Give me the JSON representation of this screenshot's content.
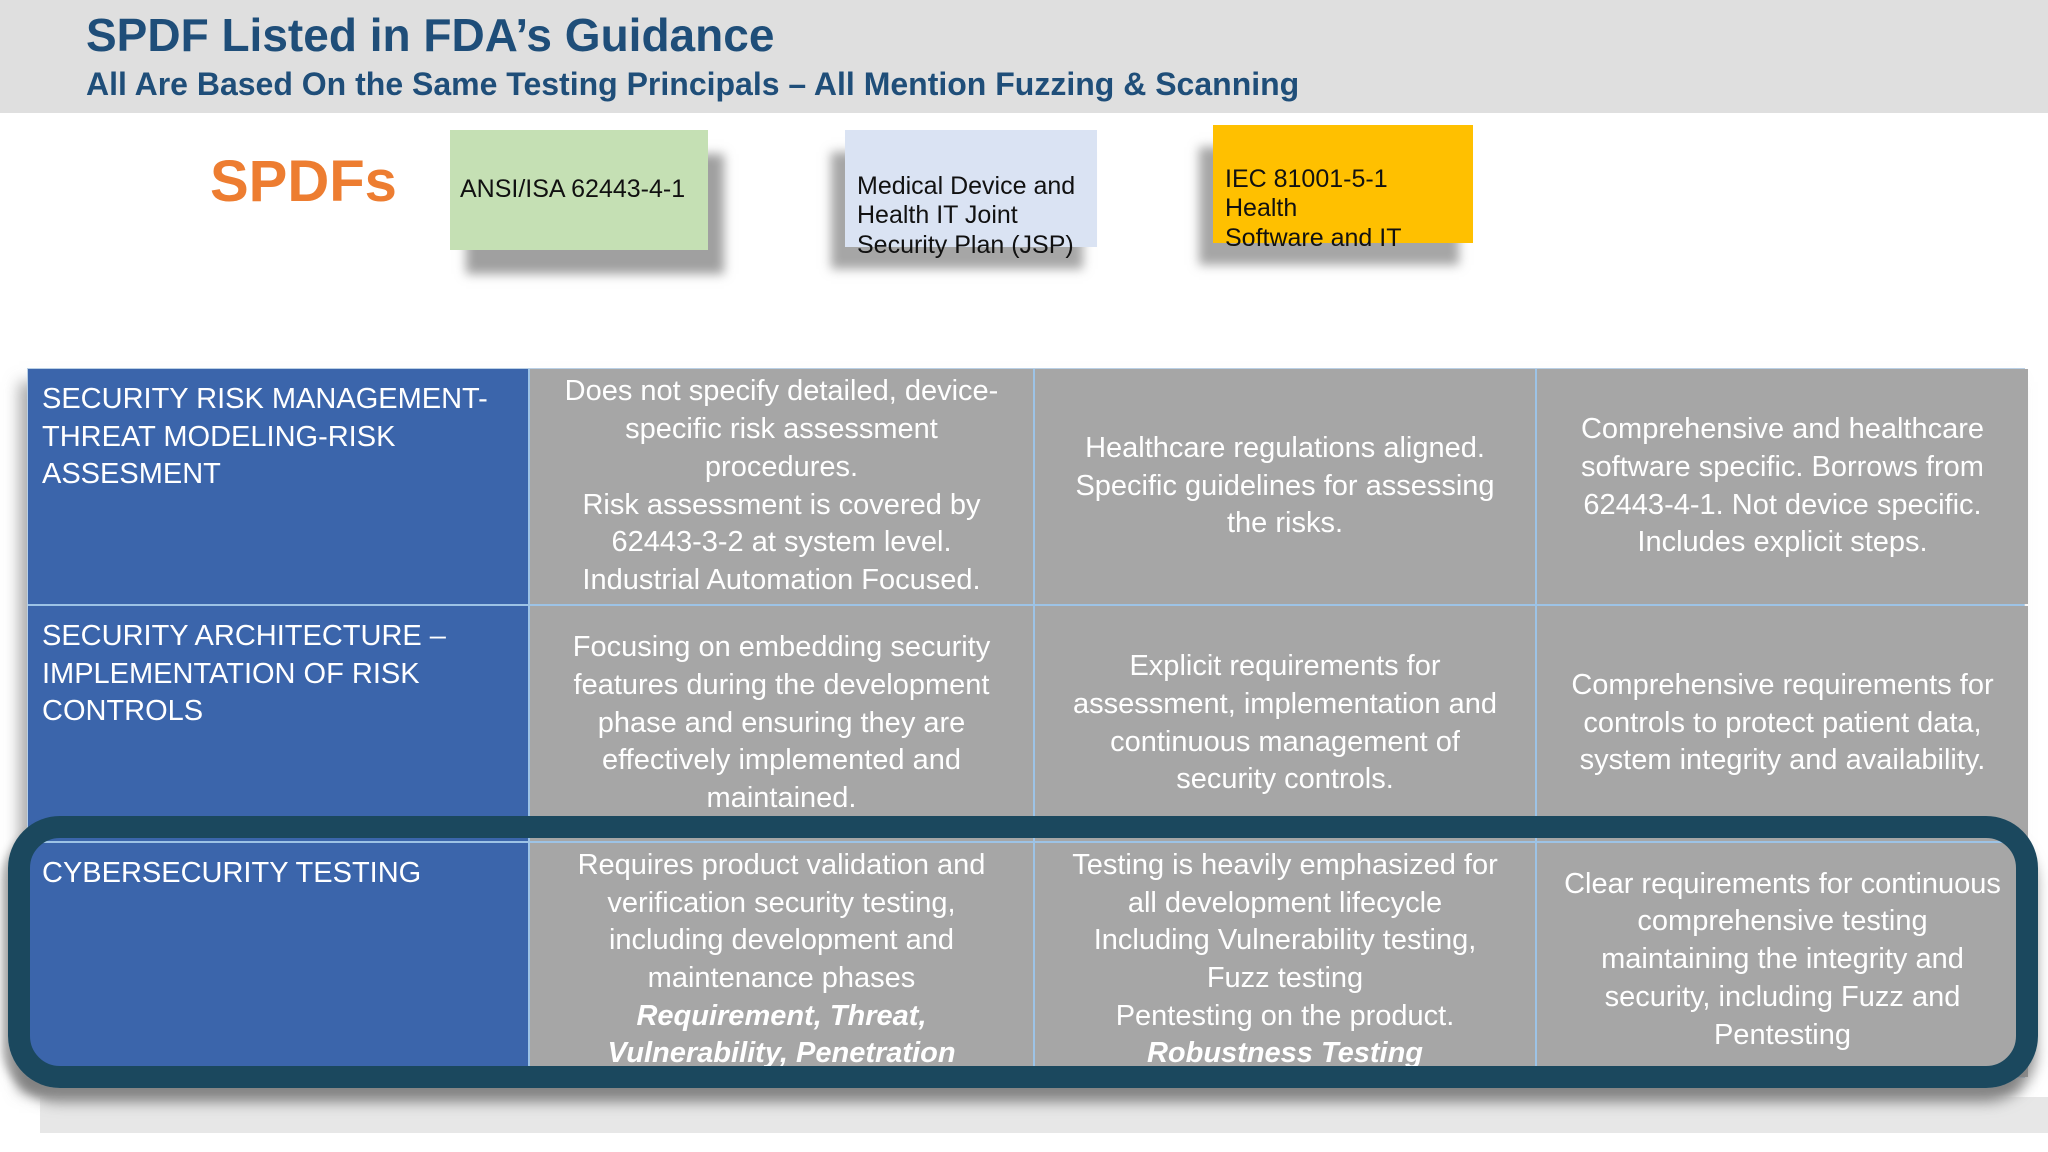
{
  "slide": {
    "title": "SPDF Listed in FDA’s Guidance",
    "subtitle": "All Are Based On the Same Testing Principals – All Mention Fuzzing & Scanning"
  },
  "standards": {
    "spdfs_label": "SPDFs",
    "ansi_label": "ANSI/ISA 62443-4-1",
    "jsp_label": "Medical Device and\nHealth IT Joint\nSecurity Plan (JSP)",
    "iec_label": "IEC 81001-5-1  Health\nSoftware and IT"
  },
  "table": {
    "rows": [
      {
        "header": "SECURITY RISK MANAGEMENT-THREAT MODELING-RISK ASSESMENT",
        "cells": [
          {
            "text": "Does not specify detailed, device-specific risk assessment procedures.\nRisk assessment is covered by 62443-3-2 at system level.\nIndustrial Automation Focused.",
            "emphasis": ""
          },
          {
            "text": "Healthcare regulations aligned.\nSpecific guidelines for assessing the risks.",
            "emphasis": ""
          },
          {
            "text": "Comprehensive and healthcare software specific. Borrows from 62443-4-1.  Not device specific. Includes explicit steps.",
            "emphasis": ""
          }
        ]
      },
      {
        "header": "SECURITY ARCHITECTURE – IMPLEMENTATION OF RISK CONTROLS",
        "cells": [
          {
            "text": "Focusing on embedding security features  during the development phase and ensuring they are effectively implemented and maintained.",
            "emphasis": ""
          },
          {
            "text": "Explicit requirements for assessment, implementation and continuous management of security controls.",
            "emphasis": ""
          },
          {
            "text": "Comprehensive requirements  for controls to protect patient data, system integrity and availability.",
            "emphasis": ""
          }
        ]
      },
      {
        "header": "CYBERSECURITY TESTING",
        "cells": [
          {
            "text": "Requires product validation and verification security testing, including development and maintenance phases",
            "emphasis": "Requirement, Threat,\nVulnerability, Penetration"
          },
          {
            "text": "Testing is heavily emphasized for all development lifecycle\nIncluding Vulnerability testing,\nFuzz testing\nPentesting on the product.",
            "emphasis": "Robustness Testing"
          },
          {
            "text": "Clear requirements for continuous comprehensive  testing maintaining the integrity and security, including Fuzz and Pentesting",
            "emphasis": ""
          }
        ]
      }
    ]
  },
  "colors": {
    "title_blue": "#1f4e79",
    "spdfs_orange": "#ed7d31",
    "ansi_green": "#c5e0b4",
    "jsp_light_blue": "#dae3f3",
    "iec_gold": "#ffc000",
    "row_header_blue": "#3b65ab",
    "cell_gray": "#a6a6a6",
    "grid_border_blue": "#9dc3e6",
    "highlight_ring_navy": "#1b485e",
    "banner_gray": "#dfdfdf"
  }
}
